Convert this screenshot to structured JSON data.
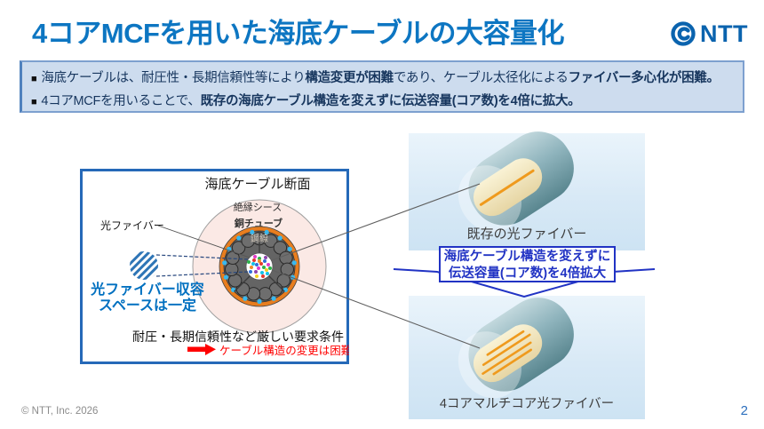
{
  "header": {
    "title": "4コアMCFを用いた海底ケーブルの大容量化",
    "logo_text": "NTT"
  },
  "summary": {
    "marker": "■",
    "line1": {
      "t1": "海底ケーブルは、耐圧性・長期信頼性等により",
      "b1": "構造変更が困難",
      "t2": "であり、ケーブル太径化による",
      "b2": "ファイバー多心化が困難。"
    },
    "line2": {
      "t1": "4コアMCFを用いることで、",
      "b1": "既存の海底ケーブル構造を変えずに伝送容量(コア数)を4倍に拡大。"
    }
  },
  "diagram": {
    "title": "海底ケーブル断面",
    "sheath_label": "絶縁シース",
    "copper_tube_label": "銅チューブ",
    "steel_wire_label": "鋼線",
    "fiber_label": "光ファイバー",
    "space_note_line1": "光ファイバー収容",
    "space_note_line2": "スペースは一定",
    "requirement_note": "耐圧・長期信頼性など厳しい要求条件",
    "constraint_note": "ケーブル構造の変更は困難"
  },
  "right_side": {
    "existing_fiber_label": "既存の光ファイバー",
    "mcf_fiber_label": "4コアマルチコア光ファイバー",
    "callout_line1": "海底ケーブル構造を変えずに",
    "callout_line2": "伝送容量(コア数)を4倍拡大"
  },
  "footer": {
    "copyright": "© NTT, Inc.  2026",
    "page_number": "2"
  },
  "colors": {
    "title_blue": "#0d76c2",
    "navy_text": "#17365e",
    "callout_blue": "#2133c4",
    "note_blue": "#0070c0",
    "alert_red": "#ff0000",
    "copper_orange": "#e87d1e",
    "summary_bg": "#cddcee"
  }
}
